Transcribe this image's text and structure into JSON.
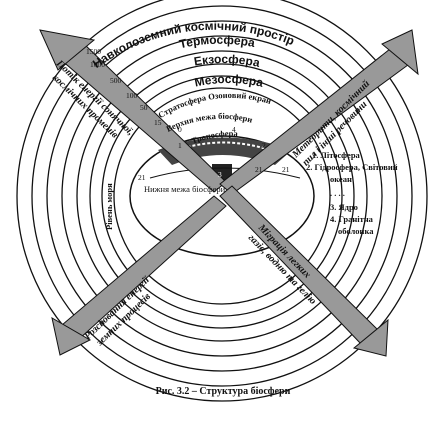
{
  "layers": {
    "space": "Навколоземний космічний простір",
    "thermosphere": "Термосфера",
    "exosphere": "Екзосфера",
    "mesosphere": "Мезосфера",
    "stratosphere": "Стратосфера Озоновий екран",
    "upper_biosphere": "Верхня межа біосфери",
    "troposphere": "Тропосфера"
  },
  "altitudes": [
    "1500",
    "1000",
    "500",
    "100",
    "50",
    "15"
  ],
  "inner": {
    "label_lower": "Нижня межа біосфери",
    "sea_level": "Рівень моря",
    "num_1": "1",
    "num_2": "2",
    "num_3": "3",
    "num_4": "4",
    "num_0": "0",
    "num_21a": "21",
    "num_21b": "21",
    "num_21c": "21"
  },
  "legend": {
    "item1": "1. Літосфера",
    "item2a": "2. Гідросфера, Світовий",
    "item2b": "океан",
    "dots": ". . . .",
    "item3": "3. Ядро",
    "item4a": "4. Гранітна",
    "item4b": "оболонка"
  },
  "arrows": {
    "top_left_a": "Потік енергії сонячної,",
    "top_left_b": "космічних променів",
    "top_right_a": "Метеорити, космічний",
    "top_right_b": "пил і інші речовини",
    "bottom_left_a": "Розсіювання енергії",
    "bottom_left_b": "земних процесів",
    "bottom_right_a": "Міграція легких",
    "bottom_right_b": "газів, водню та гелію"
  },
  "caption": "Рис. 3.2 – Структура біосфери"
}
